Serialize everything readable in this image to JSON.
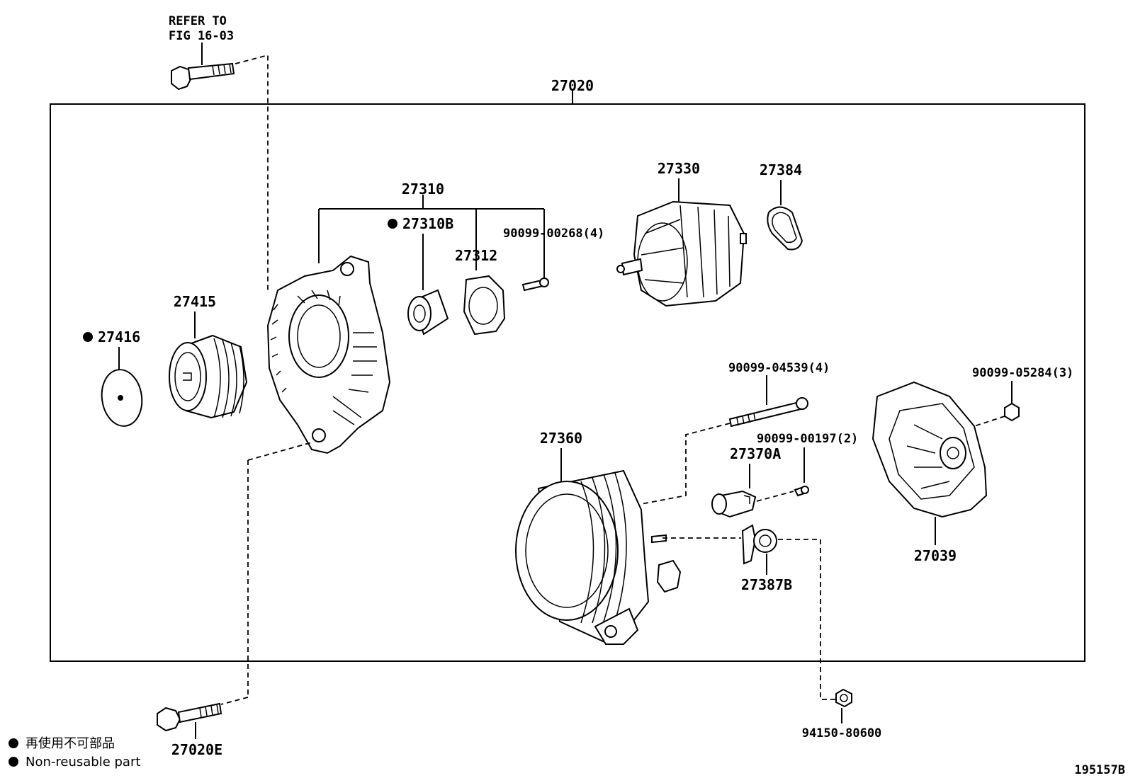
{
  "refer_note": {
    "line1": "REFER TO",
    "line2": "FIG 16-03"
  },
  "assembly_label": "27020",
  "parts": {
    "p27310": "27310",
    "p27310B": "27310B",
    "p27312": "27312",
    "p90099_00268": "90099-00268(4)",
    "p27330": "27330",
    "p27384": "27384",
    "p27415": "27415",
    "p27416": "27416",
    "p90099_04539": "90099-04539(4)",
    "p90099_05284": "90099-05284(3)",
    "p27360": "27360",
    "p90099_00197": "90099-00197(2)",
    "p27370A": "27370A",
    "p27387B": "27387B",
    "p27039": "27039",
    "p27020E": "27020E",
    "p94150_80600": "94150-80600"
  },
  "legend": {
    "jp": "再使用不可部品",
    "en": "Non-reusable part"
  },
  "figure_id": "195157B"
}
